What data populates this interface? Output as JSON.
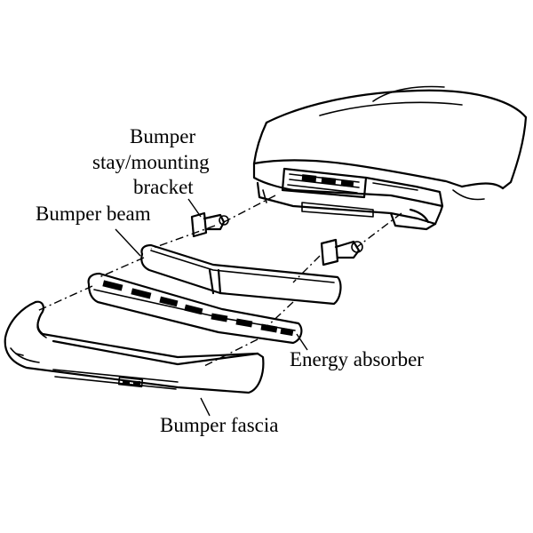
{
  "labels": {
    "bracket_line1": "Bumper",
    "bracket_line2": "stay/mounting",
    "bracket_line3": "bracket",
    "beam": "Bumper beam",
    "absorber": "Energy absorber",
    "fascia": "Bumper fascia"
  }
}
